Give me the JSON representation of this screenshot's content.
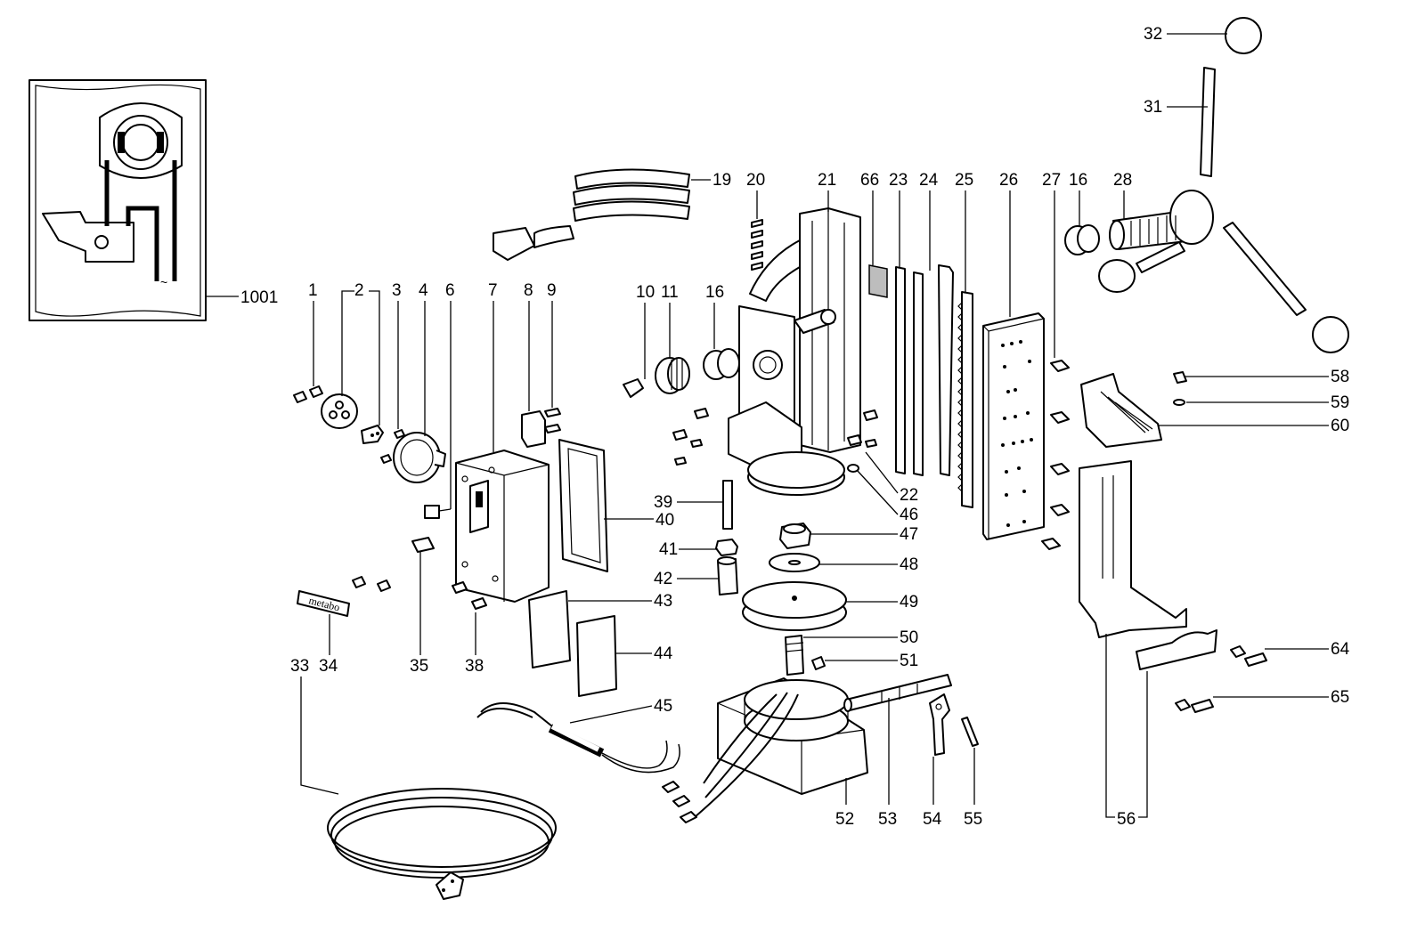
{
  "labels": {
    "l1001": "1001",
    "l1": "1",
    "l2": "2",
    "l3": "3",
    "l4": "4",
    "l6": "6",
    "l7": "7",
    "l8": "8",
    "l9": "9",
    "l10": "10",
    "l11": "11",
    "l16a": "16",
    "l16b": "16",
    "l19": "19",
    "l20": "20",
    "l21": "21",
    "l66": "66",
    "l23": "23",
    "l24": "24",
    "l25": "25",
    "l26": "26",
    "l27": "27",
    "l28": "28",
    "l31": "31",
    "l32": "32",
    "l22": "22",
    "l46": "46",
    "l39": "39",
    "l40": "40",
    "l41": "41",
    "l42": "42",
    "l43": "43",
    "l44": "44",
    "l45": "45",
    "l47": "47",
    "l48": "48",
    "l49": "49",
    "l50": "50",
    "l51": "51",
    "l52": "52",
    "l53": "53",
    "l54": "54",
    "l55": "55",
    "l56": "56",
    "l58": "58",
    "l59": "59",
    "l60": "60",
    "l64": "64",
    "l65": "65",
    "l33": "33",
    "l34": "34",
    "l35": "35",
    "l38": "38"
  },
  "logo_text": "metabo"
}
